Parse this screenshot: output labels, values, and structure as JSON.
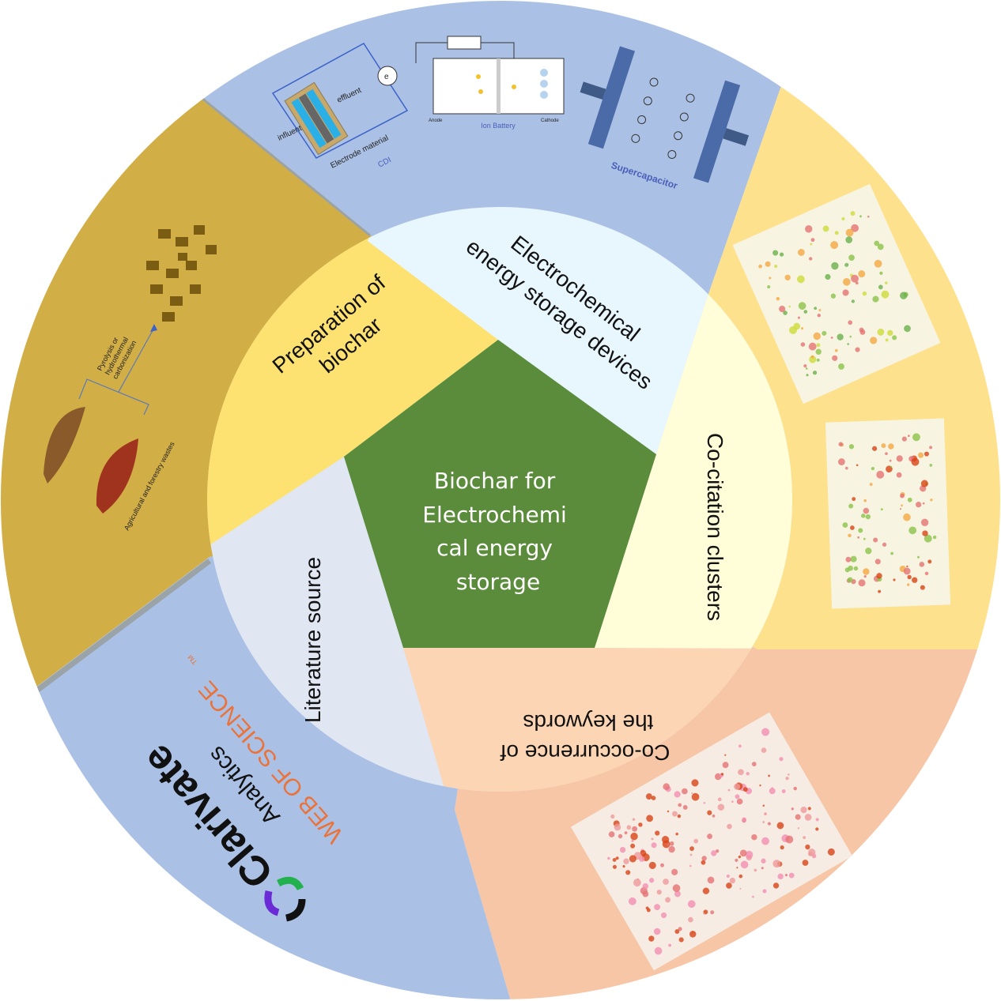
{
  "center": {
    "lines": [
      "Biochar for",
      "Electrochemi",
      "cal energy",
      "storage"
    ]
  },
  "inner_sections": {
    "preparation": [
      "Preparation of",
      "biochar"
    ],
    "electrochemical": [
      "Electrochemical",
      "energy storage devices"
    ],
    "cocitation": "Co-citation clusters",
    "cooccurrence": [
      "Co-occurrence of",
      "the keywords"
    ],
    "literature": "Literature source"
  },
  "devices": {
    "cdi": {
      "influent": "influent",
      "effluent": "effluent",
      "electrode": "Electrode material",
      "title": "CDI",
      "e": "e"
    },
    "battery": {
      "anode": "Anode",
      "cathode": "Cathode",
      "title": "Ion Battery"
    },
    "supercap": {
      "title": "Supercapacitor"
    }
  },
  "biochar_prep": {
    "process": [
      "Pyrolysis or",
      "hydrothermal",
      "carbonization"
    ],
    "source": "Agricultural and forestry wastes"
  },
  "source_logo": {
    "company": "Clarivate",
    "sub": "Analytics",
    "db": "WEB OF SCIENCE",
    "tm": "TM"
  },
  "colors": {
    "outer_blue": "#abc0e5",
    "outer_gold": "#d2ae47",
    "outer_yellow": "#fde18c",
    "outer_peach": "#f6c6a6",
    "inner_yellow": "#fde272",
    "inner_lightblue": "#e8f6fd",
    "inner_cream": "#fffed8",
    "inner_peach": "#fcd5b5",
    "inner_gray": "#e0e6f2",
    "pentagon": "#5b8c3b",
    "wos_orange": "#e9733a"
  }
}
